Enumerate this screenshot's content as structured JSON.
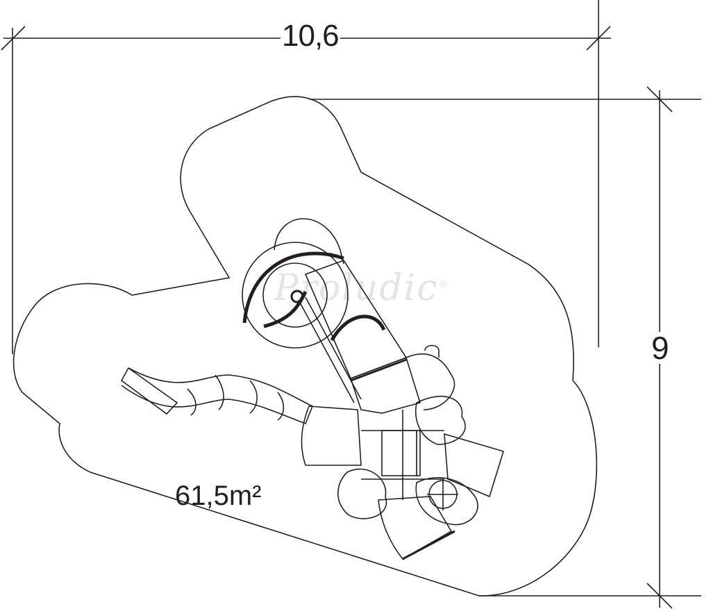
{
  "dimensions": {
    "width_label": "10,6",
    "height_label": "9",
    "area_label": "61,5m²"
  },
  "watermark": {
    "brand": "Proludic",
    "mark": "®"
  },
  "colors": {
    "line": "#231f20",
    "watermark": "#e4e4e8",
    "background": "#ffffff"
  }
}
